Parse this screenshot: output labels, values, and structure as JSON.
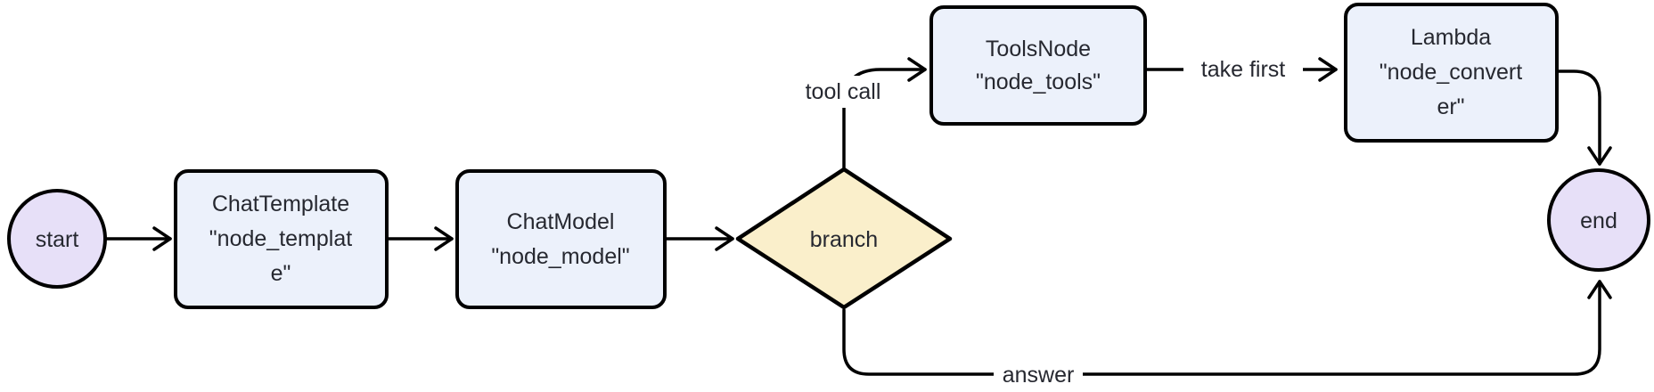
{
  "diagram": {
    "type": "flowchart",
    "direction": "left-to-right",
    "colors": {
      "terminal_fill": "#E7E0F8",
      "node_fill": "#ECF1FB",
      "decision_fill": "#FAEFCB",
      "stroke": "#000000",
      "text": "#262830",
      "background": "#FFFFFF"
    },
    "nodes": {
      "start": {
        "shape": "circle",
        "label": "start"
      },
      "template": {
        "shape": "rounded-rect",
        "label": "ChatTemplate \"node_template\"",
        "lines": [
          "ChatTemplate",
          "\"node_templat",
          "e\""
        ]
      },
      "model": {
        "shape": "rounded-rect",
        "label": "ChatModel \"node_model\"",
        "lines": [
          "ChatModel",
          "\"node_model\""
        ]
      },
      "branch": {
        "shape": "diamond",
        "label": "branch"
      },
      "tools": {
        "shape": "rounded-rect",
        "label": "ToolsNode \"node_tools\"",
        "lines": [
          "ToolsNode",
          "\"node_tools\""
        ]
      },
      "converter": {
        "shape": "rounded-rect",
        "label": "Lambda \"node_converter\"",
        "lines": [
          "Lambda",
          "\"node_convert",
          "er\""
        ]
      },
      "end": {
        "shape": "circle",
        "label": "end"
      }
    },
    "edges": [
      {
        "from": "start",
        "to": "template",
        "label": ""
      },
      {
        "from": "template",
        "to": "model",
        "label": ""
      },
      {
        "from": "model",
        "to": "branch",
        "label": ""
      },
      {
        "from": "branch",
        "to": "tools",
        "label": "tool call"
      },
      {
        "from": "tools",
        "to": "converter",
        "label": "take first"
      },
      {
        "from": "converter",
        "to": "end",
        "label": ""
      },
      {
        "from": "branch",
        "to": "end",
        "label": "answer"
      }
    ]
  }
}
